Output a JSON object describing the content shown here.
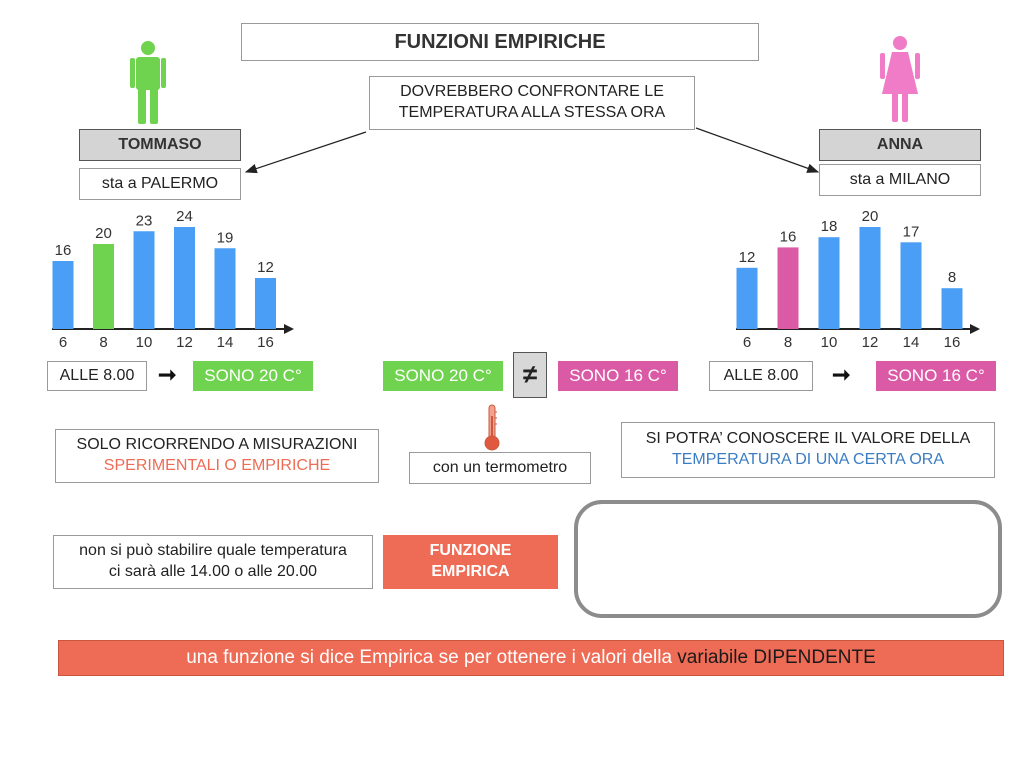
{
  "title": "FUNZIONI EMPIRICHE",
  "note_top": [
    "DOVREBBERO CONFRONTARE LE",
    "TEMPERATURA ALLA STESSA ORA"
  ],
  "left": {
    "name": "TOMMASO",
    "location": "sta a PALERMO",
    "time_box": "ALLE 8.00",
    "result_box": "SONO 20 C°"
  },
  "right": {
    "name": "ANNA",
    "location": "sta a MILANO",
    "time_box": "ALLE 8.00",
    "result_box": "SONO 16 C°"
  },
  "compare": {
    "left": "SONO 20 C°",
    "symbol": "≠",
    "right": "SONO 16 C°",
    "thermometer": "con un termometro"
  },
  "measure_box": {
    "line1": "SOLO RICORRENDO A MISURAZIONI",
    "line2": "SPERIMENTALI O EMPIRICHE"
  },
  "know_box": {
    "line1": "SI POTRA’ CONOSCERE IL VALORE DELLA",
    "line2": "TEMPERATURA DI UNA CERTA ORA"
  },
  "cannot_box": {
    "line1": "non si può stabilire quale temperatura",
    "line2": "ci sarà alle 14.00 o alle 20.00"
  },
  "empirica_box": [
    "FUNZIONE",
    "EMPIRICA"
  ],
  "bottom_bar": {
    "part1": "una funzione si dice Empirica se per ottenere i valori della ",
    "part2": "variabile DIPENDENTE"
  },
  "colors": {
    "bar_blue": "#4a9ef5",
    "bar_green": "#6fd34f",
    "bar_pink": "#db5aa6",
    "person_green": "#6fd34f",
    "person_pink": "#f07bc6",
    "accent_red": "#ee6b55"
  },
  "icons": {
    "left_person": "male-person-icon",
    "right_person": "female-person-icon",
    "thermometer": "thermometer-icon"
  },
  "chart_data": [
    {
      "type": "bar",
      "categories": [
        "6",
        "8",
        "10",
        "12",
        "14",
        "16"
      ],
      "values": [
        16,
        20,
        23,
        24,
        19,
        12
      ],
      "highlight_index": 1,
      "ylim": [
        0,
        24
      ]
    },
    {
      "type": "bar",
      "categories": [
        "6",
        "8",
        "10",
        "12",
        "14",
        "16"
      ],
      "values": [
        12,
        16,
        18,
        20,
        17,
        8
      ],
      "highlight_index": 1,
      "ylim": [
        0,
        20
      ]
    }
  ]
}
